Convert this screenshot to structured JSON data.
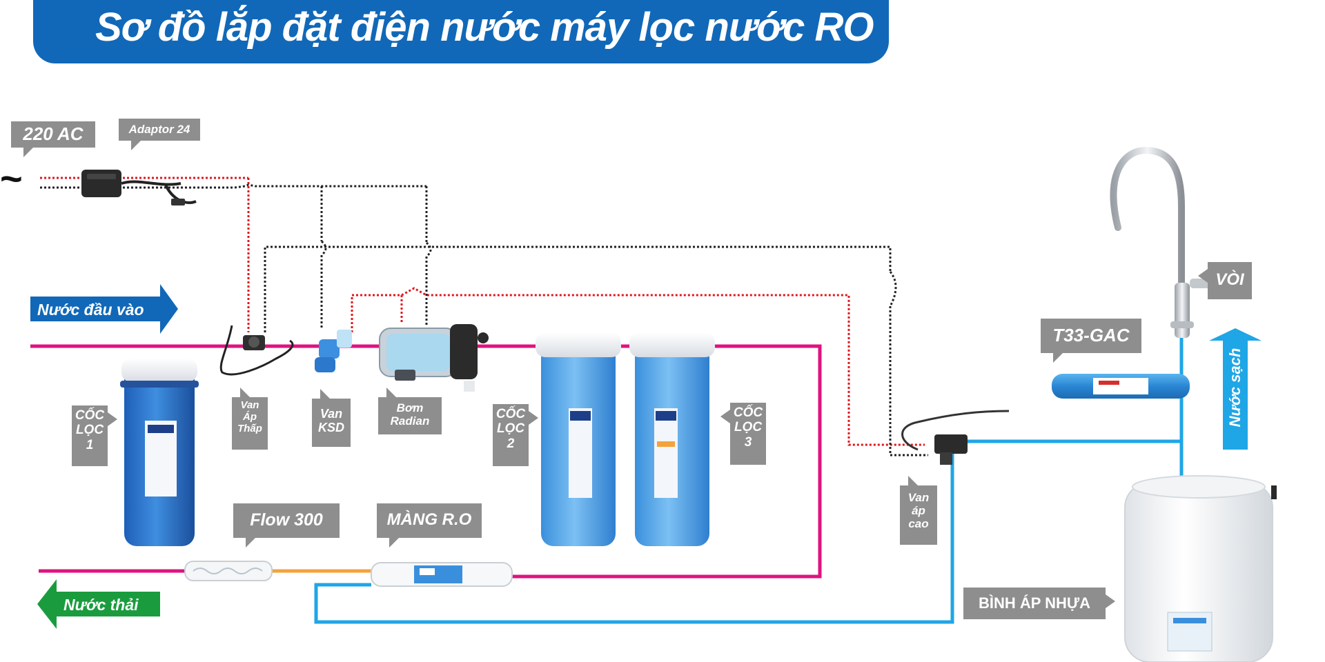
{
  "title": "Sơ đồ lắp đặt điện nước máy lọc nước RO",
  "colors": {
    "banner": "#1168b8",
    "waste_line": "#e0137f",
    "clean_line": "#1fa6e6",
    "flow_line": "#f4a23c",
    "power_red": "#e0151c",
    "signal_black": "#222222",
    "label_gray": "#8e8e8e",
    "inlet_arrow": "#1168b8",
    "waste_arrow": "#1a9c3e",
    "clean_arrow": "#1fa6e6"
  },
  "power": {
    "ac_label": "220 AC",
    "adaptor_label": "Adaptor 24",
    "ac_symbol": "~"
  },
  "arrows": {
    "inlet": "Nước đầu vào",
    "waste": "Nước thải",
    "clean": "Nước sạch"
  },
  "components": {
    "filter1": "CỐC LỌC 1",
    "filter1_lines": [
      "CỐC",
      "LỌC",
      "1"
    ],
    "low_valve_lines": [
      "Van",
      "Áp",
      "Thấp"
    ],
    "ksd_valve_lines": [
      "Van",
      "KSD"
    ],
    "pump_lines": [
      "Bơm",
      "Radian"
    ],
    "filter2_lines": [
      "CỐC",
      "LỌC",
      "2"
    ],
    "filter3_lines": [
      "CỐC",
      "LỌC",
      "3"
    ],
    "high_valve_lines": [
      "Van",
      "áp",
      "cao"
    ],
    "flow": "Flow 300",
    "membrane": "MÀNG R.O",
    "t33": "T33-GAC",
    "faucet": "VÒI",
    "tank": "BÌNH ÁP NHỰA"
  }
}
